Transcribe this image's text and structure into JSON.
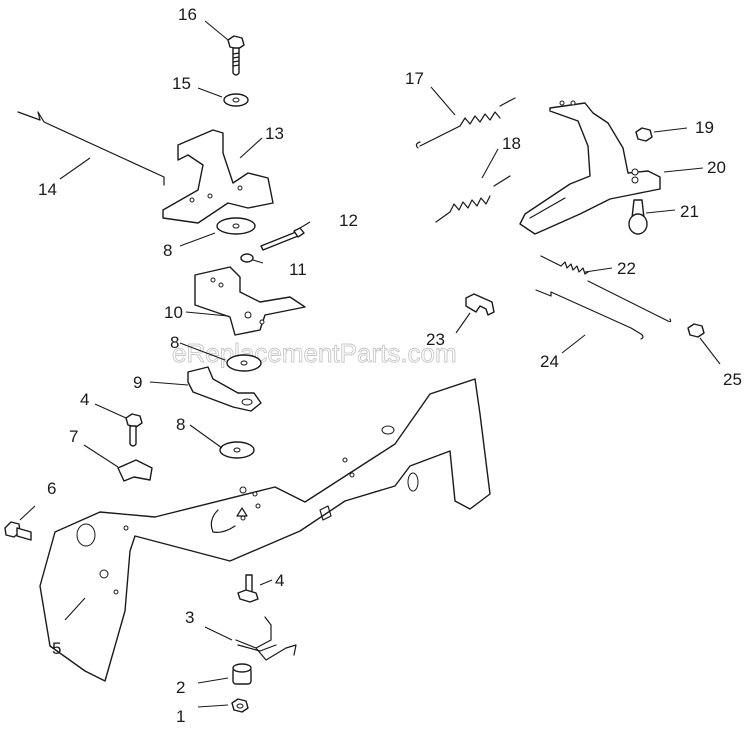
{
  "watermark": "eReplacementParts.com",
  "callouts": [
    "1",
    "2",
    "3",
    "4",
    "4",
    "5",
    "6",
    "7",
    "8",
    "8",
    "8",
    "9",
    "10",
    "11",
    "12",
    "13",
    "14",
    "15",
    "16",
    "17",
    "18",
    "19",
    "20",
    "21",
    "22",
    "23",
    "24",
    "25"
  ]
}
